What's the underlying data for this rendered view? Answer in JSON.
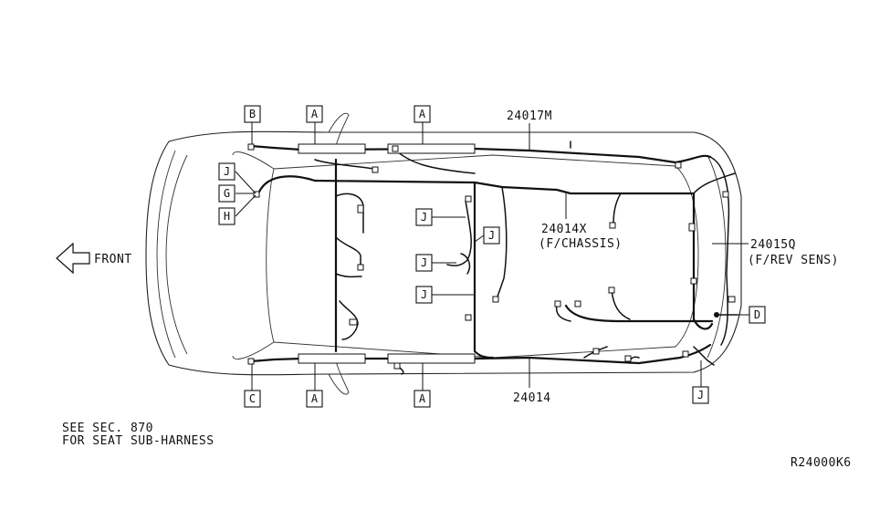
{
  "labels": {
    "front": "FRONT",
    "harness_top": "24017M",
    "harness_bottom": "24014",
    "harness_chassis_code": "24014X",
    "harness_chassis_name": "(F/CHASSIS)",
    "harness_rev_code": "24015Q",
    "harness_rev_name": "(F/REV SENS)",
    "note_line1": "SEE SEC. 870",
    "note_line2": "FOR SEAT SUB-HARNESS",
    "diagram_id": "R24000K6"
  },
  "connector_boxes": {
    "b": "B",
    "c": "C",
    "d": "D",
    "g": "G",
    "h": "H",
    "j": "J",
    "a": "A"
  }
}
